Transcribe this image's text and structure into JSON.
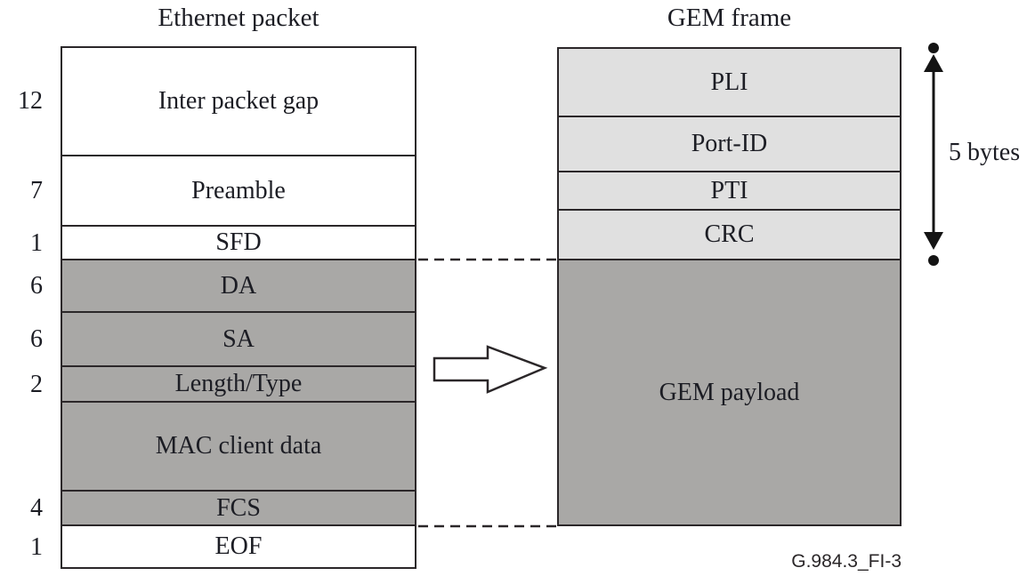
{
  "colors": {
    "shaded": "#a9a8a6",
    "header": "#e0e0e0",
    "line": "#2b2729",
    "text": "#1c1d24",
    "white_fill": "#ffffff"
  },
  "ethernet": {
    "title": "Ethernet packet",
    "rows": [
      {
        "label": "Inter packet gap",
        "bytes": "12"
      },
      {
        "label": "Preamble",
        "bytes": "7"
      },
      {
        "label": "SFD",
        "bytes": "1"
      },
      {
        "label": "DA",
        "bytes": "6"
      },
      {
        "label": "SA",
        "bytes": "6"
      },
      {
        "label": "Length/Type",
        "bytes": "2"
      },
      {
        "label": "MAC client data",
        "bytes": ""
      },
      {
        "label": "FCS",
        "bytes": "4"
      },
      {
        "label": "EOF",
        "bytes": "1"
      }
    ]
  },
  "gem": {
    "title": "GEM frame",
    "rows": [
      {
        "label": "PLI"
      },
      {
        "label": "Port-ID"
      },
      {
        "label": "PTI"
      },
      {
        "label": "CRC"
      },
      {
        "label": "GEM payload"
      }
    ]
  },
  "annotations": {
    "header_span": "5 bytes",
    "caption": "G.984.3_FI-3"
  }
}
